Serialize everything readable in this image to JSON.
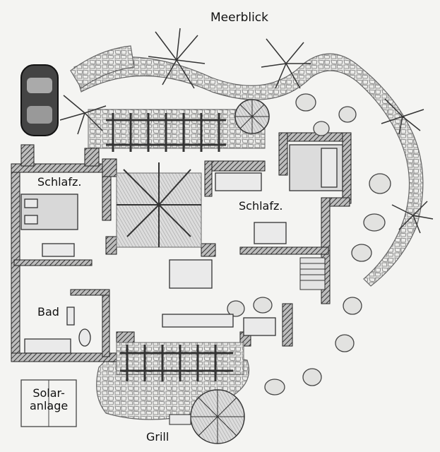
{
  "labels": {
    "sea_view": "Meerblick",
    "bedroom_left": "Schlafz.",
    "bedroom_right": "Schlafz.",
    "bathroom": "Bad",
    "solar_line1": "Solar-",
    "solar_line2": "anlage",
    "grill": "Grill"
  },
  "colors": {
    "paper": "#f4f4f2",
    "wall": "#3a3a3a",
    "pencil": "#555555",
    "shade": "#bdbdbd"
  },
  "icons": [
    "car-icon",
    "palm-tree-icon",
    "parasol-icon",
    "stepping-stone-icon",
    "bed-icon",
    "sink-icon",
    "toilet-icon"
  ]
}
